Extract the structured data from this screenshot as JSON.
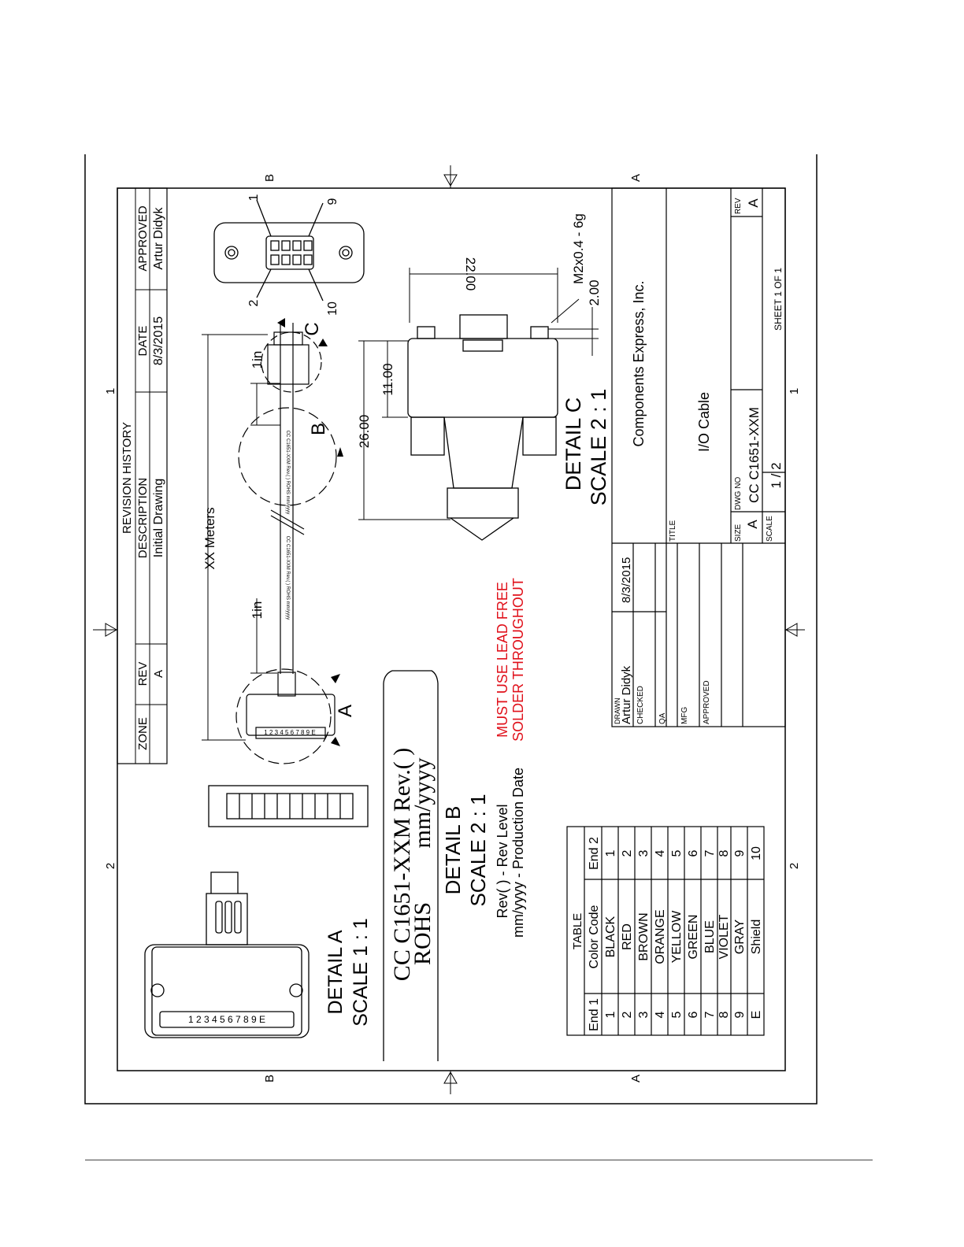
{
  "zones": {
    "top_b": "B",
    "top_1": "1",
    "top_a": "A",
    "left_2": "2",
    "left_b": "B",
    "left_a": "A",
    "right_2": "2",
    "right_1": "1"
  },
  "revision": {
    "title": "REVISION HISTORY",
    "headers": [
      "ZONE",
      "REV",
      "DESCRIPTION",
      "DATE",
      "APPROVED"
    ],
    "row": [
      "",
      "A",
      "Initial Drawing",
      "8/3/2015",
      "Artur Didyk"
    ]
  },
  "detail_a": {
    "title": "DETAIL  A",
    "scale": "SCALE 1 : 1",
    "pin_label": "1 2 3 4 5 6 7 8 9 E",
    "callout": "A"
  },
  "detail_b": {
    "title": "DETAIL  B",
    "scale": "SCALE 2 : 1",
    "callout": "B",
    "print_line1": "CC C1651-XXM Rev.( )",
    "print_line2": "ROHS",
    "print_line3": "mm/yyyy",
    "legend_rev": "Rev( )     - Rev Level",
    "legend_date": "mm/yyyy - Production Date"
  },
  "detail_c": {
    "title": "DETAIL  C",
    "scale": "SCALE 2 : 1",
    "callout": "C"
  },
  "dims": {
    "length": "XX Meters",
    "one_in_a": "1in",
    "one_in_b": "1in",
    "d26": "26.00",
    "d11": "11.00",
    "d22": "22.00",
    "d2": "2.00",
    "screw": "M2x0.4 - 6g"
  },
  "cable_print": "CC C1651-XXM Rev.( )  ROHS  mm/yyyy",
  "pins": {
    "p1": "1",
    "p2": "2",
    "p9": "9",
    "p10": "10"
  },
  "note": {
    "line1": "MUST USE LEAD FREE",
    "line2": "SOLDER THROUGHOUT",
    "color": "#e0101a"
  },
  "pin_table": {
    "title": "TABLE",
    "headers": [
      "End 1",
      "Color Code",
      "End 2"
    ],
    "rows": [
      [
        "1",
        "BLACK",
        "1"
      ],
      [
        "2",
        "RED",
        "2"
      ],
      [
        "3",
        "BROWN",
        "3"
      ],
      [
        "4",
        "ORANGE",
        "4"
      ],
      [
        "5",
        "YELLOW",
        "5"
      ],
      [
        "6",
        "GREEN",
        "6"
      ],
      [
        "7",
        "BLUE",
        "7"
      ],
      [
        "8",
        "VIOLET",
        "8"
      ],
      [
        "9",
        "GRAY",
        "9"
      ],
      [
        "E",
        "Shield",
        "10"
      ]
    ]
  },
  "title_block": {
    "drawn_label": "DRAWN",
    "drawn_name": "Artur Didyk",
    "drawn_date": "8/3/2015",
    "checked": "CHECKED",
    "qa": "QA",
    "mfg": "MFG",
    "approved": "APPROVED",
    "company": "Components Express, Inc.",
    "title_label": "TITLE",
    "title": "I/O Cable",
    "size_label": "SIZE",
    "size": "A",
    "dwg_label": "DWG NO",
    "dwg": "CC C1651-XXM",
    "rev_label": "REV",
    "rev": "A",
    "scale_label": "SCALE",
    "scale": "1 / 2",
    "sheet": "SHEET 1  OF 1"
  }
}
